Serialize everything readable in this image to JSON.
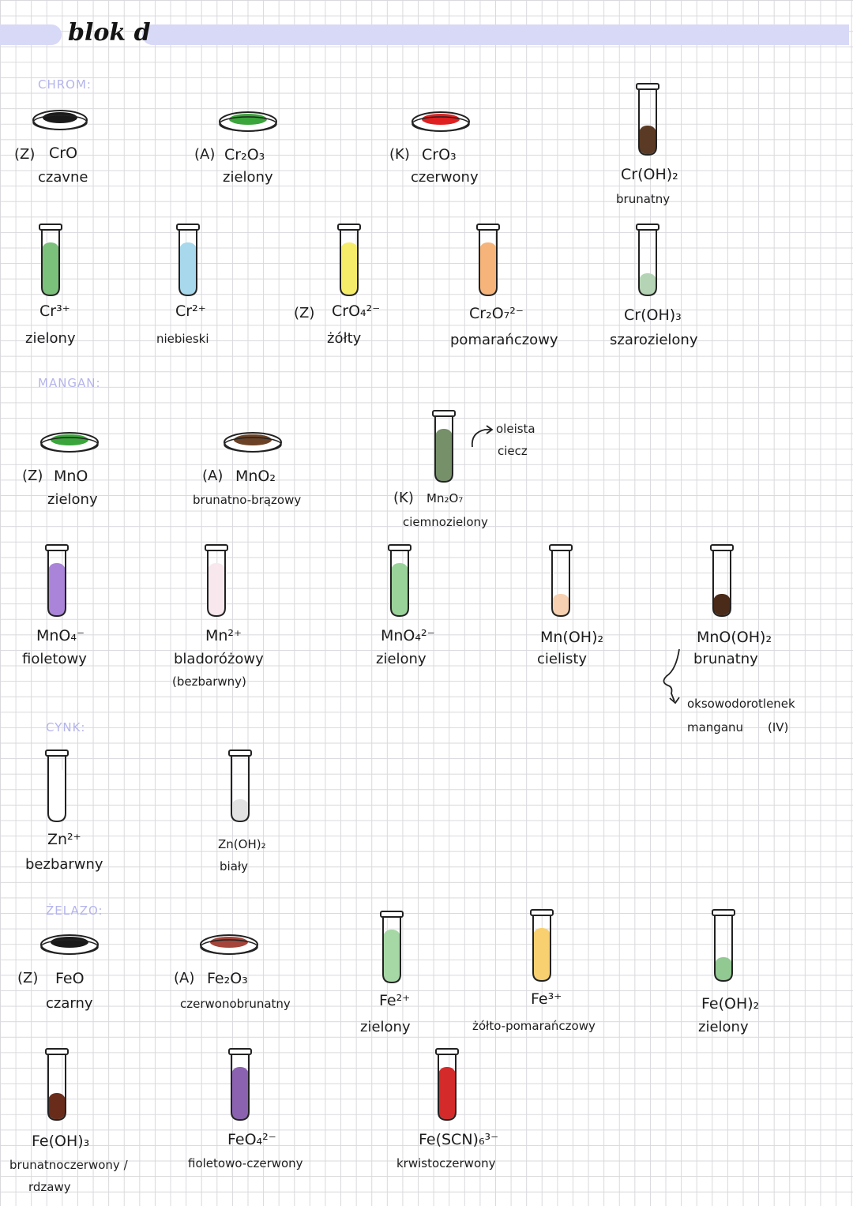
{
  "title": "blok d",
  "colors": {
    "header_bar": "#d8d8f7",
    "section_label": "#b4b4ec"
  },
  "chrom": {
    "label": "CHROM:",
    "cro": {
      "tag": "(Z)",
      "formula": "CrO",
      "color": "czavne",
      "sample": "#1a1a1a"
    },
    "cr2o3": {
      "tag": "(A)",
      "formula": "Cr₂O₃",
      "color": "zielony",
      "sample": "#3aa53a"
    },
    "cro3": {
      "tag": "(K)",
      "formula": "CrO₃",
      "color": "czerwony",
      "sample": "#e02020"
    },
    "croh2": {
      "formula": "Cr(OH)₂",
      "color": "brunatny",
      "sample": "#5a3a24"
    },
    "cr3": {
      "formula": "Cr³⁺",
      "color": "zielony",
      "sample": "#7bc07b"
    },
    "cr2": {
      "formula": "Cr²⁺",
      "color": "niebieski",
      "sample": "#a8d8ec"
    },
    "cro4": {
      "tag": "(Z)",
      "formula": "CrO₄²⁻",
      "color": "żółty",
      "sample": "#f5ec6a"
    },
    "cr2o7": {
      "formula": "Cr₂O₇²⁻",
      "color": "pomarańczowy",
      "sample": "#f6b47a"
    },
    "croh3": {
      "formula": "Cr(OH)₃",
      "color": "szarozielony",
      "sample": "#b5d4b5"
    }
  },
  "mangan": {
    "label": "MANGAN:",
    "mno": {
      "tag": "(Z)",
      "formula": "MnO",
      "color": "zielony",
      "sample": "#3aa53a"
    },
    "mno2": {
      "tag": "(A)",
      "formula": "MnO₂",
      "color": "brunatno-brązowy",
      "sample": "#6b4226"
    },
    "mn2o7": {
      "tag": "(K)",
      "formula": "Mn₂O₇",
      "color": "ciemnozielony",
      "sample": "#76906a",
      "note_line1": "oleista",
      "note_line2": "ciecz"
    },
    "mno4": {
      "formula": "MnO₄⁻",
      "color": "fioletowy",
      "sample": "#a984d8"
    },
    "mn2": {
      "formula": "Mn²⁺",
      "color": "bladoróżowy",
      "color2": "(bezbarwny)",
      "sample": "#f8e8ee"
    },
    "mno4_2": {
      "formula": "MnO₄²⁻",
      "color": "zielony",
      "sample": "#9ad39a"
    },
    "mnoh2": {
      "formula": "Mn(OH)₂",
      "color": "cielisty",
      "sample": "#f6d0b0"
    },
    "mnooh2": {
      "formula": "MnO(OH)₂",
      "color": "brunatny",
      "sample": "#4a2a18",
      "note_line1": "oksowodorotlenek",
      "note_line2": "manganu",
      "note_line3": "(IV)"
    }
  },
  "cynk": {
    "label": "CYNK:",
    "zn2": {
      "formula": "Zn²⁺",
      "color": "bezbarwny",
      "sample": "#ffffff"
    },
    "znoh2": {
      "formula": "Zn(OH)₂",
      "color": "biały",
      "sample": "#e2e2e2"
    }
  },
  "zelazo": {
    "label": "ŻELAZO:",
    "feo": {
      "tag": "(Z)",
      "formula": "FeO",
      "color": "czarny",
      "sample": "#1a1a1a"
    },
    "fe2o3": {
      "tag": "(A)",
      "formula": "Fe₂O₃",
      "color": "czerwonobrunatny",
      "sample": "#a4443a"
    },
    "fe2": {
      "formula": "Fe²⁺",
      "color": "zielony",
      "sample": "#a6d8a6"
    },
    "fe3": {
      "formula": "Fe³⁺",
      "color": "żółto-pomarańczowy",
      "sample": "#f8d070"
    },
    "feoh2": {
      "formula": "Fe(OH)₂",
      "color": "zielony",
      "sample": "#92c892"
    },
    "feoh3": {
      "formula": "Fe(OH)₃",
      "color": "brunatnoczerwony /",
      "color2": "rdzawy",
      "sample": "#6a2c1a"
    },
    "feo4": {
      "formula": "FeO₄²⁻",
      "color": "fioletowo-czerwony",
      "sample": "#8a62b0"
    },
    "fescn": {
      "formula": "Fe(SCN)₆³⁻",
      "color": "krwistoczerwony",
      "sample": "#d42a2a"
    }
  }
}
